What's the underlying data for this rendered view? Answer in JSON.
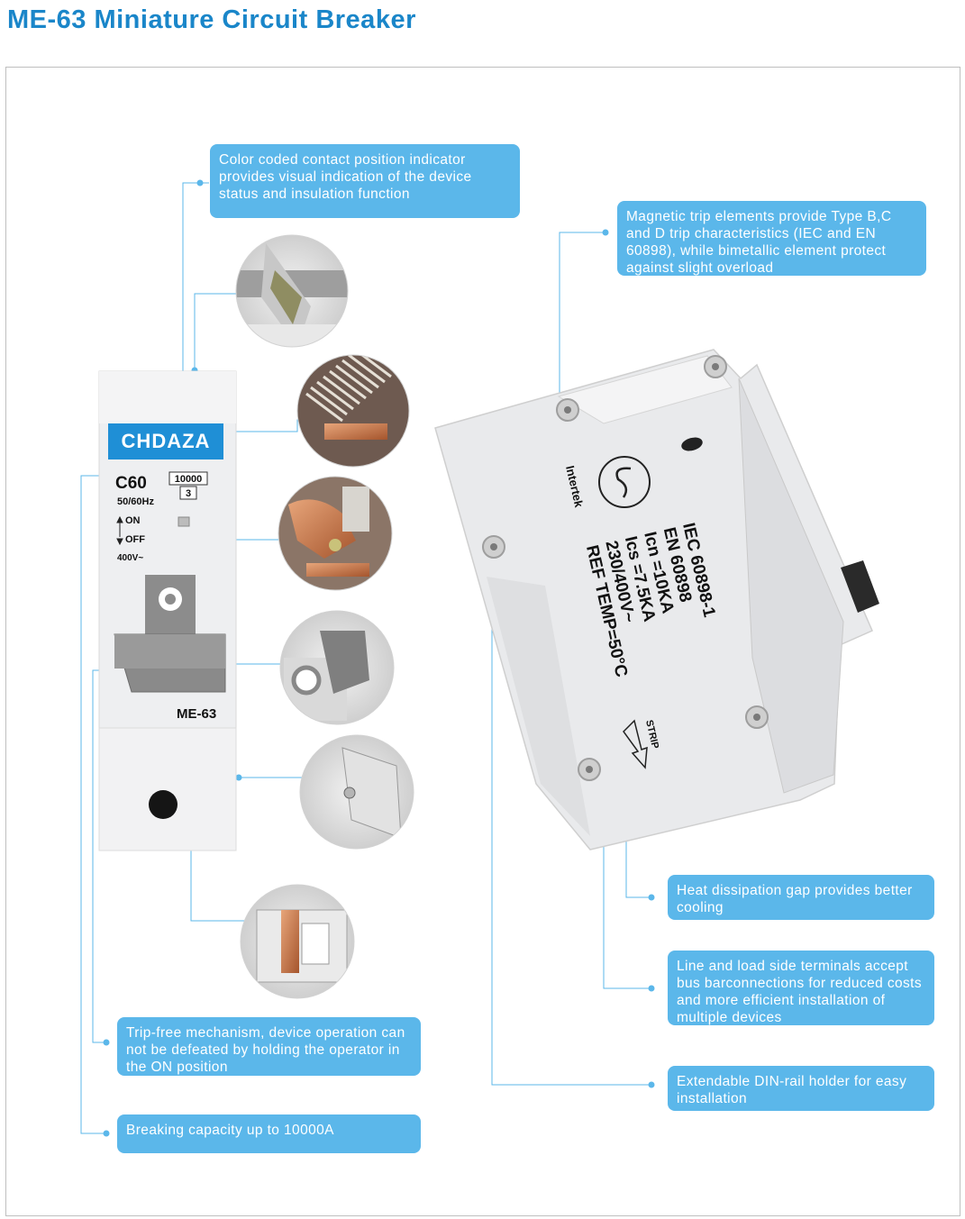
{
  "title": "ME-63 Miniature Circuit Breaker",
  "callouts": {
    "indicator": "Color coded contact position indicator provides visual indication of the device status and insulation function",
    "magnetic": "Magnetic trip elements provide Type B,C and D trip characteristics (IEC and EN 60898), while bimetallic element protect against slight overload",
    "heat": "Heat dissipation gap provides better cooling",
    "terminals": "Line and load side terminals accept bus barconnections for reduced costs and more efficient installation of multiple devices",
    "tripfree": "Trip-free mechanism, device operation can not be defeated by holding the operator in the ON position",
    "dinrail": "Extendable DIN-rail holder for easy installation",
    "breaking": "Breaking capacity up to 10000A"
  },
  "front_device": {
    "brand": "CHDAZA",
    "rating": "C60",
    "capacity": "10000",
    "class": "3",
    "frequency": "50/60Hz",
    "on_label": "ON",
    "off_label": "OFF",
    "voltage": "400V~",
    "model": "ME-63"
  },
  "side_device": {
    "lines": [
      "IEC 60898-1",
      "EN 60898",
      "Icn =10KA",
      "Ics =7.5KA",
      "230/400V~",
      "REF TEMP=50°C"
    ],
    "cert": "Intertek",
    "strip": "STRIP"
  },
  "colors": {
    "accent": "#5bb7ea",
    "title": "#1a86c9",
    "line": "#5bb7ea"
  }
}
